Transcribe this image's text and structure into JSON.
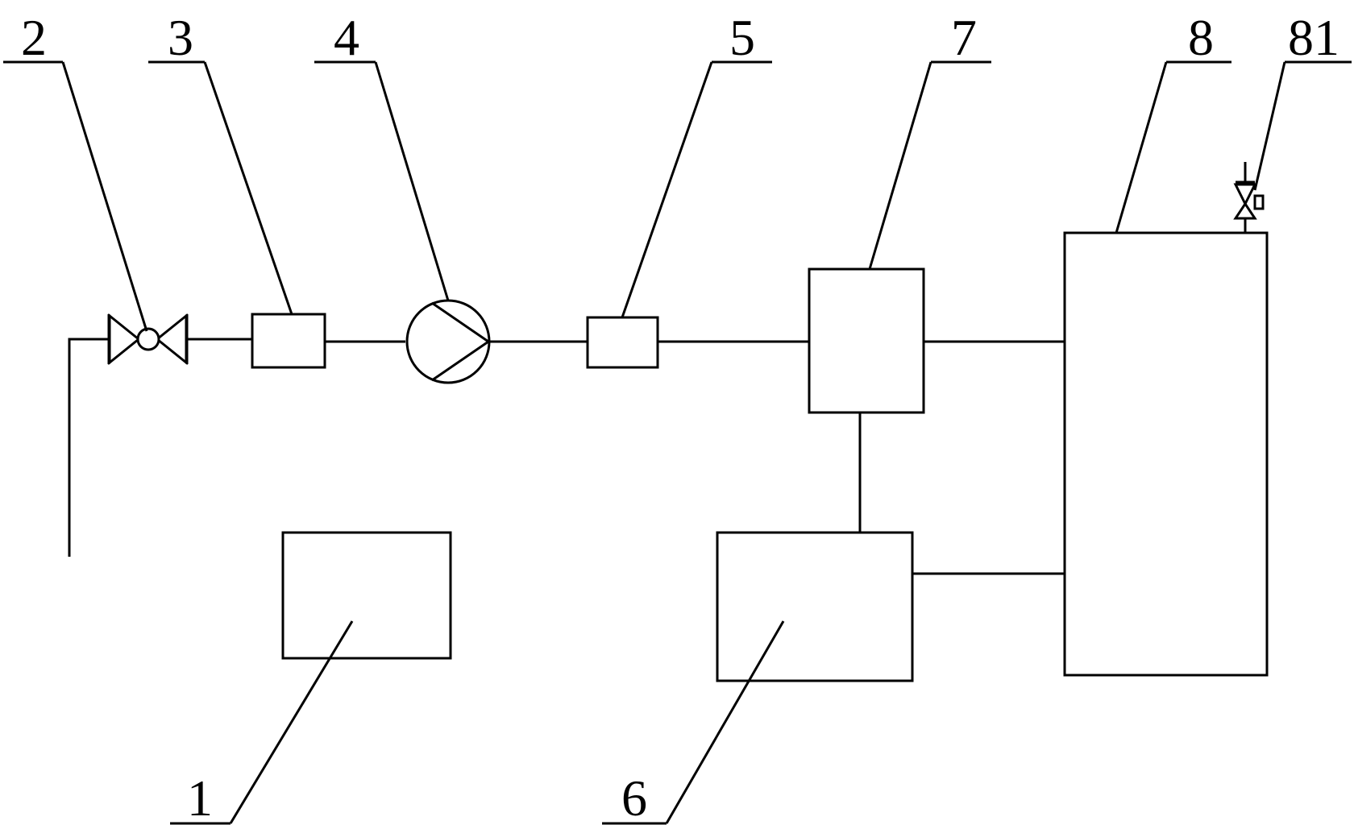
{
  "labels": {
    "l1": "1",
    "l2": "2",
    "l3": "3",
    "l4": "4",
    "l5": "5",
    "l6": "6",
    "l7": "7",
    "l8": "8",
    "l81": "81"
  },
  "colors": {
    "line": "#000000",
    "background": "#ffffff"
  }
}
